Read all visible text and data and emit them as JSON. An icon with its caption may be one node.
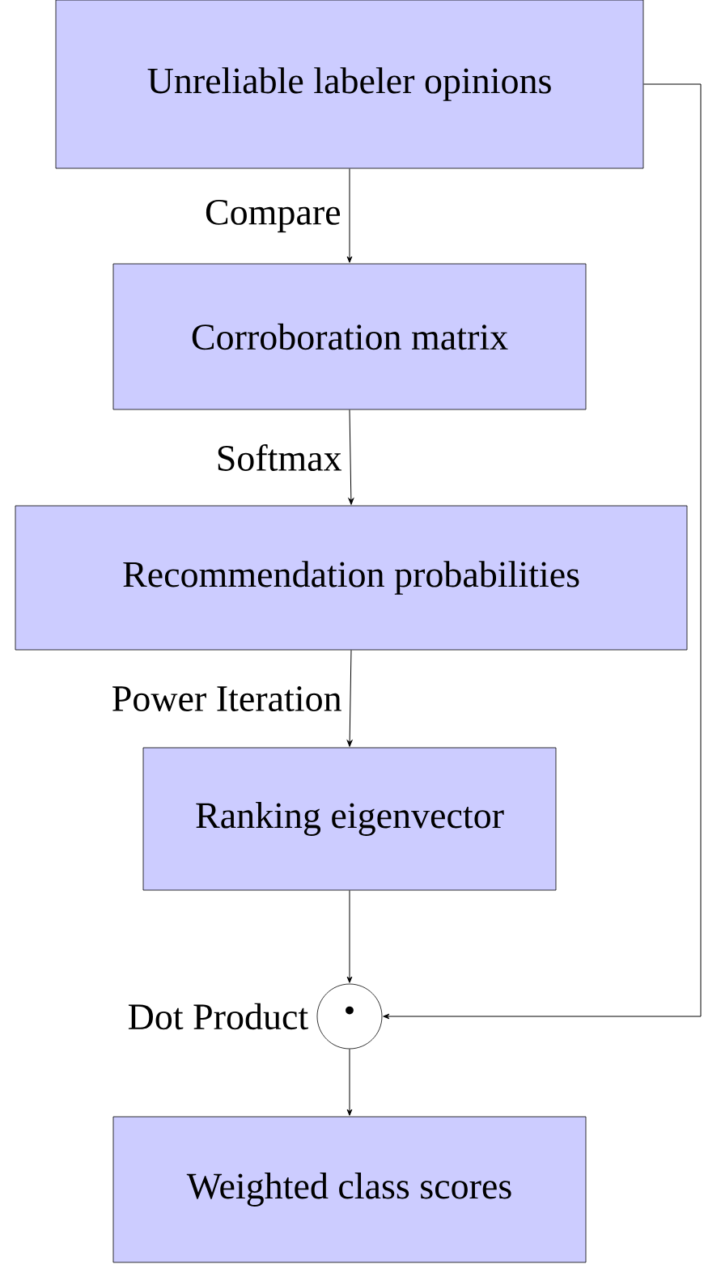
{
  "diagram": {
    "nodes": [
      {
        "text": [
          "Unreliable labeler opinions"
        ]
      },
      {
        "text": [
          "Corroboration matrix"
        ]
      },
      {
        "text": [
          "Recommendation probabilities"
        ]
      },
      {
        "text": [
          "Ranking eigenvector"
        ]
      },
      {
        "text": [
          "·"
        ],
        "beside": [
          "Dot Product"
        ]
      },
      {
        "text": [
          "Weighted class scores"
        ]
      }
    ],
    "edges": [
      {
        "from": 0,
        "to": 1,
        "arrow": "to",
        "label": "Compare"
      },
      {
        "from": 1,
        "to": 2,
        "arrow": "to",
        "label": "Softmax"
      },
      {
        "from": 2,
        "to": 3,
        "arrow": "to",
        "label": "Power Iteration"
      },
      {
        "from": 3,
        "to": 4,
        "arrow": "to"
      },
      {
        "from": 4,
        "to": 5,
        "arrow": "to"
      },
      {
        "from": 0,
        "to": 4,
        "arrow": "to"
      }
    ]
  }
}
